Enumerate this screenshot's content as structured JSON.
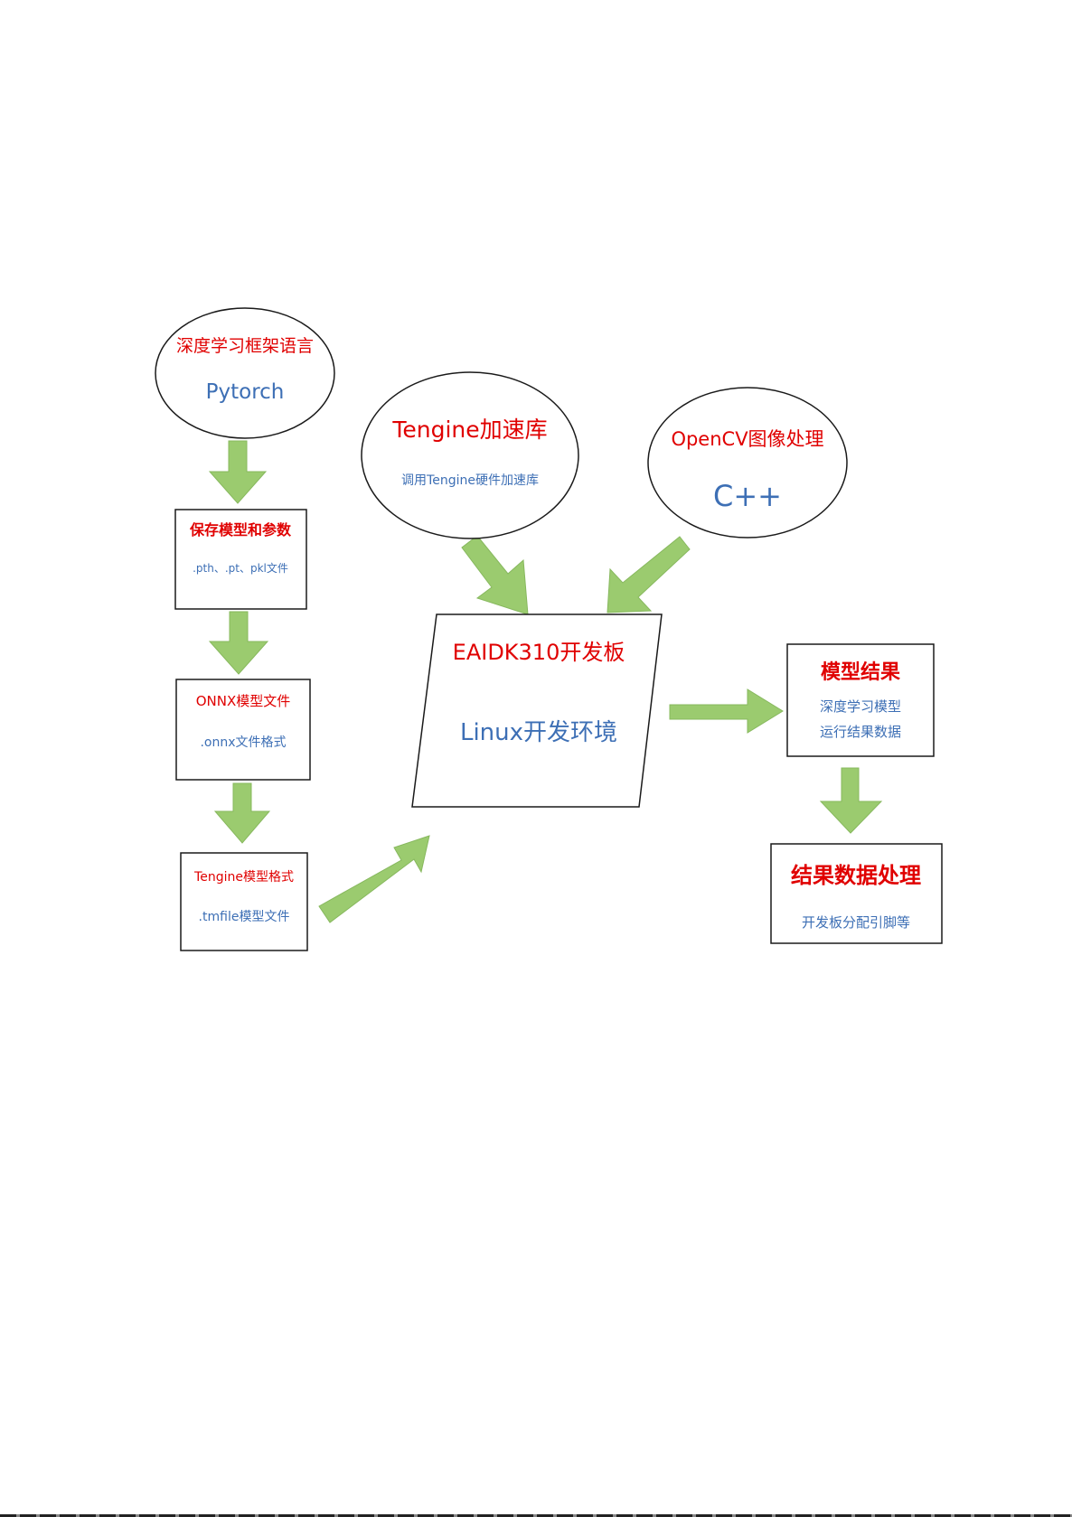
{
  "nodes": {
    "pytorch": {
      "title": "深度学习框架语言",
      "sub": "Pytorch"
    },
    "save_model": {
      "title": "保存模型和参数",
      "sub": ".pth、.pt、pkl文件"
    },
    "onnx": {
      "title": "ONNX模型文件",
      "sub": ".onnx文件格式"
    },
    "tengine_format": {
      "title": "Tengine模型格式",
      "sub": ".tmfile模型文件"
    },
    "tengine_lib": {
      "title": "Tengine加速库",
      "sub": "调用Tengine硬件加速库"
    },
    "opencv": {
      "title": "OpenCV图像处理",
      "sub": "C++"
    },
    "board": {
      "title": "EAIDK310开发板",
      "sub": "Linux开发环境"
    },
    "model_result": {
      "title": "模型结果",
      "sub_line1": "深度学习模型",
      "sub_line2": "运行结果数据"
    },
    "result_process": {
      "title": "结果数据处理",
      "sub": "开发板分配引脚等"
    }
  },
  "colors": {
    "title_red": "#e00000",
    "text_blue": "#3d6fb5",
    "arrow_green": "#9bcb6f"
  }
}
